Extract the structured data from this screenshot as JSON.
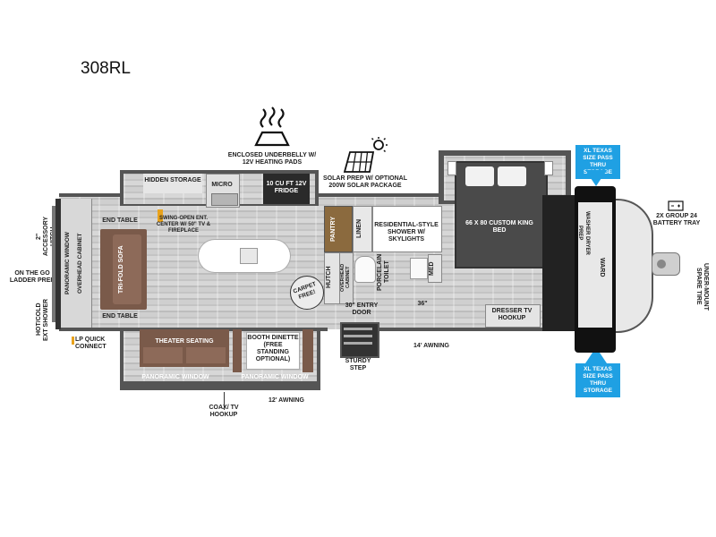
{
  "model": "308RL",
  "labels": {
    "enclosed_underbelly": "ENCLOSED UNDERBELLY W/ 12V HEATING PADS",
    "solar_prep": "SOLAR PREP W/ OPTIONAL 200W SOLAR PACKAGE",
    "xl_storage_top": "XL TEXAS SIZE PASS THRU STORAGE",
    "xl_storage_bottom": "XL TEXAS SIZE PASS THRU STORAGE",
    "battery_tray": "2X GROUP 24 BATTERY TRAY",
    "spare_tire": "UNDER-MOUNT SPARE TIRE",
    "accessory_hitch": "2\" ACCESSORY HITCH",
    "ladder_prep": "ON THE GO LADDER PREP",
    "ext_shower": "HOT/COLD EXT SHOWER",
    "lp_connect": "LP QUICK CONNECT",
    "hidden_storage": "HIDDEN STORAGE",
    "micro": "MICRO",
    "fridge": "10 CU FT 12V FRIDGE",
    "swing_open": "SWING-OPEN ENT. CENTER W/ 50\" TV & FIREPLACE",
    "end_table_top": "END TABLE",
    "end_table_bottom": "END TABLE",
    "sofa": "TRI-FOLD SOFA",
    "panoramic_left": "PANORAMIC WINDOW",
    "overhead_cabinet_left": "OVERHEAD CABINET",
    "pantry": "PANTRY",
    "hutch": "HUTCH",
    "overhead_cabinet_mid": "OVERHEAD CABINET",
    "linen": "LINEN",
    "shower": "RESIDENTIAL-STYLE SHOWER W/ SKYLIGHTS",
    "toilet": "PORCELAIN TOILET",
    "med": "MED",
    "carpet_free": "CARPET FREE!",
    "entry_door": "30\" ENTRY DOOR",
    "dim_36": "36\"",
    "bed": "66 X 80 CUSTOM KING BED",
    "dresser": "DRESSER TV HOOKUP",
    "washer_dryer": "WASHER DRYER PREP",
    "ward": "WARD",
    "awning_14": "14' AWNING",
    "sturdy_step": "STURDY STEP",
    "theater_seating": "THEATER SEATING",
    "booth_dinette": "BOOTH DINETTE (FREE STANDING OPTIONAL)",
    "panoramic_bottom_left": "PANORAMIC WINDOW",
    "panoramic_bottom_right": "PANORAMIC WINDOW",
    "coax": "COAX/ TV HOOKUP",
    "awning_12": "12' AWNING"
  },
  "colors": {
    "callout": "#1fa0e3",
    "wall": "#555555",
    "sofa": "#7a5a4a",
    "bed": "#4a4a4a"
  },
  "icons": [
    "heat-icon",
    "solar-panel-icon",
    "sun-icon",
    "battery-icon",
    "arrow-down-icon",
    "arrow-up-icon"
  ]
}
